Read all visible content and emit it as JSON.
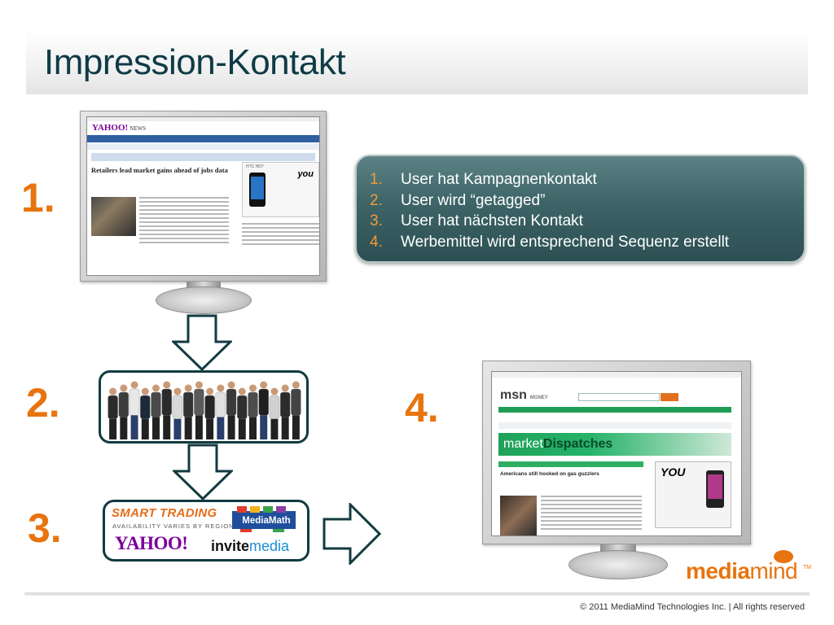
{
  "slide": {
    "title": "Impression-Kontakt"
  },
  "steps": {
    "step1": "1.",
    "step2": "2.",
    "step3": "3.",
    "step4": "4."
  },
  "info_box": {
    "items": [
      {
        "index": "1.",
        "text": "User hat Kampagnenkontakt"
      },
      {
        "index": "2.",
        "text": "User wird “getagged”"
      },
      {
        "index": "3.",
        "text": "User hat nächsten Kontakt"
      },
      {
        "index": "4.",
        "text": "Werbemittel wird entsprechend Sequenz erstellt"
      }
    ]
  },
  "screen1": {
    "logo": "YAHOO!",
    "section": "NEWS",
    "headline": "Retailers lead market gains ahead of jobs data",
    "ad_text": "you",
    "ad_device": "HTC HD7"
  },
  "logos_box": {
    "smart_trading": "SMART TRADING",
    "smart_trading_sub": "AVAILABILITY VARIES BY REGION",
    "mediamath": "MediaMath",
    "yahoo": "YAHOO!",
    "invite": "invite",
    "invite_media": "media"
  },
  "screen4": {
    "logo": "msn",
    "logo_sub": "MONEY",
    "banner_light": "market",
    "banner_bold": "Dispatches",
    "feature_headline": "Americans still hooked on gas guzzlers",
    "ad_text": "YOU"
  },
  "brand": {
    "media": "media",
    "mind": "mind",
    "tm": "TM",
    "accent": "#e8740f",
    "dark_teal": "#123b40"
  },
  "footer": {
    "copyright": "© 2011 MediaMind Technologies Inc. | All rights reserved"
  }
}
